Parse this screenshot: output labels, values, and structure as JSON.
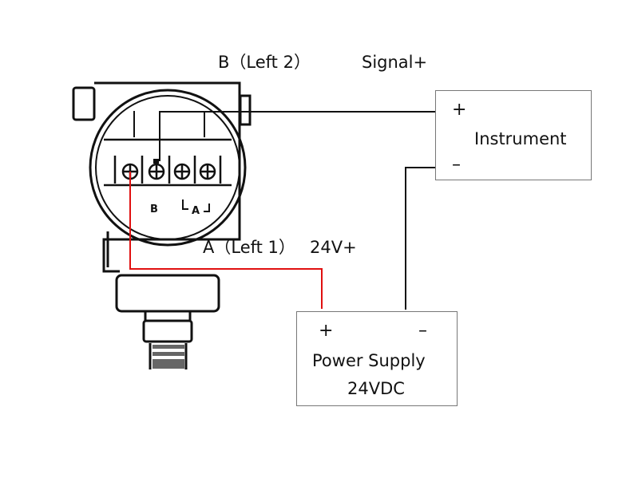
{
  "labels": {
    "b_terminal": "B（Left 2）",
    "signal_plus": "Signal+",
    "a_terminal": "A（Left 1）",
    "v24_plus": "24V+"
  },
  "device": {
    "terminal_b_mark": "B",
    "terminal_a_mark": "A"
  },
  "instrument": {
    "plus": "+",
    "name": "Instrument",
    "minus": "–"
  },
  "power_supply": {
    "plus": "+",
    "minus": "–",
    "name": "Power Supply",
    "voltage": "24VDC"
  },
  "colors": {
    "positive_wire": "#e01010",
    "signal_wire": "#111111",
    "box_border": "#777777"
  }
}
